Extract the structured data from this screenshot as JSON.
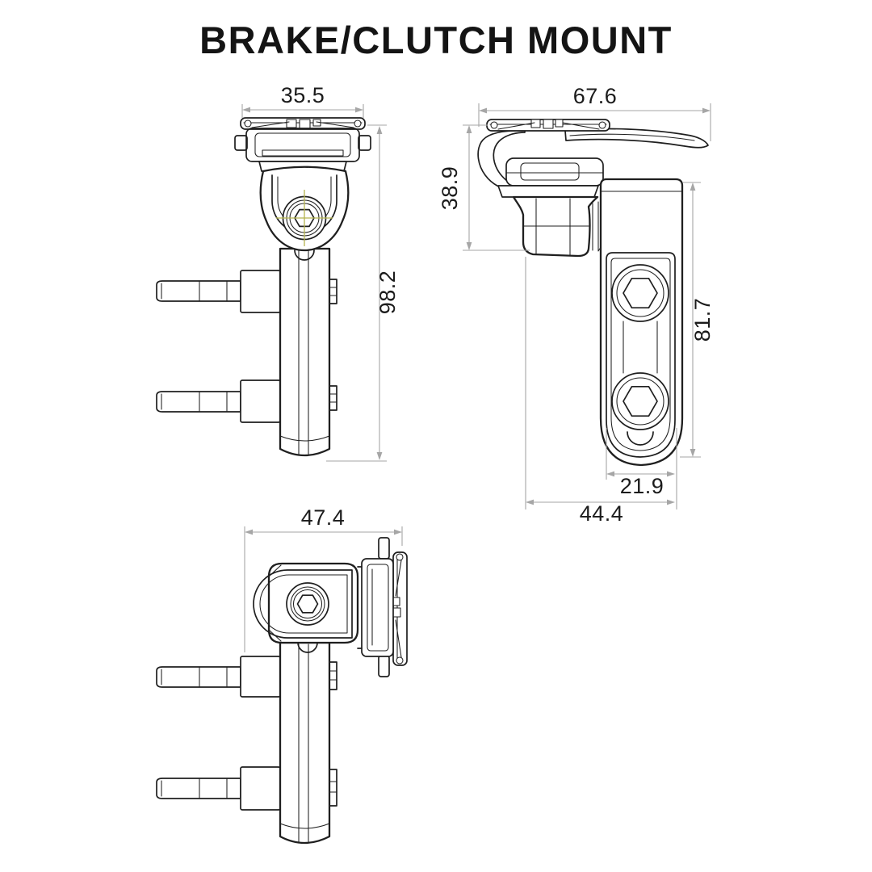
{
  "title": "BRAKE/CLUTCH MOUNT",
  "dims": {
    "front_width": "35.5",
    "front_height": "98.2",
    "side_width": "67.6",
    "side_head_height": "38.9",
    "side_clamp_height": "81.7",
    "side_slot_width": "21.9",
    "side_base_width": "44.4",
    "bottom_width": "47.4"
  },
  "colors": {
    "line": "#1f1f1f",
    "dimension_line": "#a6a6a6",
    "dimension_text": "#1b1b1b",
    "centerline": "#b5b44e",
    "background": "#ffffff"
  }
}
